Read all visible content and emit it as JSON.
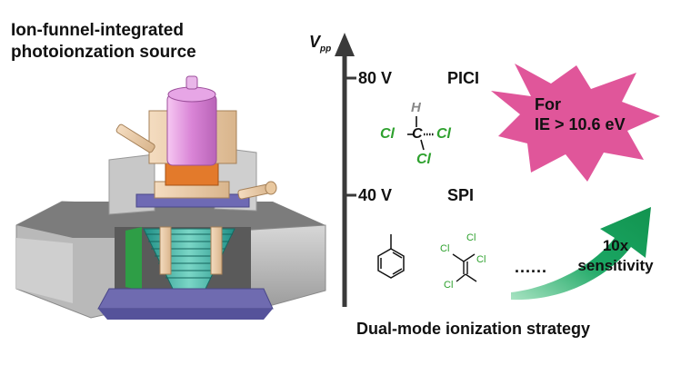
{
  "title": {
    "line1": "Ion-funnel-integrated",
    "line2": "photoionzation source"
  },
  "axis": {
    "label": "V",
    "subscript": "pp",
    "tick_high": "80 V",
    "tick_low": "40 V"
  },
  "modes": {
    "high": "PICI",
    "low": "SPI"
  },
  "burst": {
    "line1": "For",
    "line2": "IE > 10.6 eV",
    "color": "#e0569a"
  },
  "molecules": {
    "chcl3": {
      "h": "H",
      "c": "C",
      "cl_left": "Cl",
      "cl_right": "Cl",
      "cl_bottom": "Cl"
    },
    "tce": {
      "cl": "Cl"
    },
    "ellipsis": "......"
  },
  "sensitivity": {
    "line1": "10x",
    "line2": "sensitivity",
    "arrow_color": "#1aa663"
  },
  "footer": "Dual-mode ionization strategy",
  "colors": {
    "chlorine": "#2ea12e",
    "hydrogen": "#888888",
    "axis": "#3a3a3a"
  }
}
